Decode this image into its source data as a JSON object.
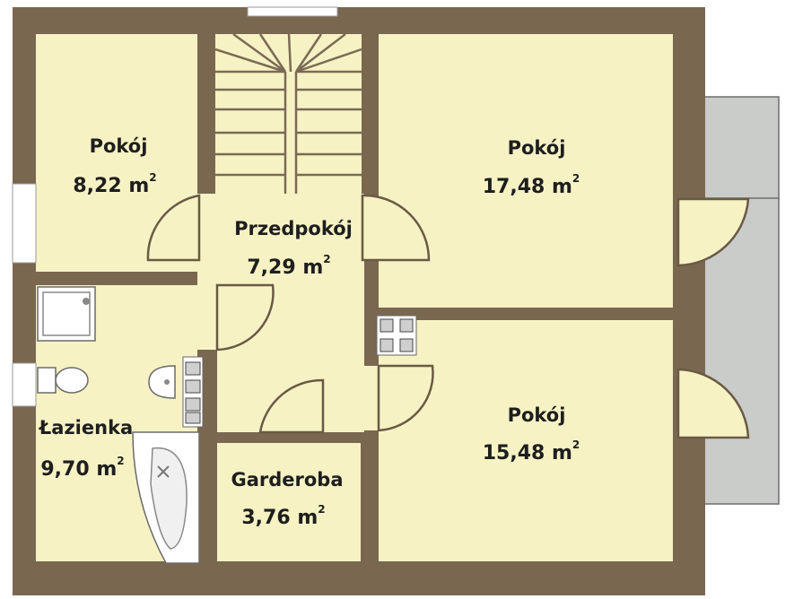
{
  "colors": {
    "wall": "#7a6750",
    "floor": "#f6f2c4",
    "terrace": "#c9ccc9",
    "background": "#ffffff"
  },
  "rooms": {
    "pokoj_small": {
      "name": "Pokój",
      "area": "8,22 m",
      "sup": "2"
    },
    "pokoj_large": {
      "name": "Pokój",
      "area": "17,48 m",
      "sup": "2"
    },
    "przedpokoj": {
      "name": "Przedpokój",
      "area": "7,29 m",
      "sup": "2"
    },
    "lazienka": {
      "name": "Łazienka",
      "area": "9,70 m",
      "sup": "2"
    },
    "garderoba": {
      "name": "Garderoba",
      "area": "3,76 m",
      "sup": "2"
    },
    "pokoj_bottom": {
      "name": "Pokój",
      "area": "15,48 m",
      "sup": "2"
    }
  },
  "icons": {
    "staircase": "staircase-icon",
    "shower": "shower-tray-icon",
    "toilet": "toilet-icon",
    "sink": "sink-icon",
    "bathtub": "bathtub-icon",
    "hob": "cooktop-icon"
  }
}
